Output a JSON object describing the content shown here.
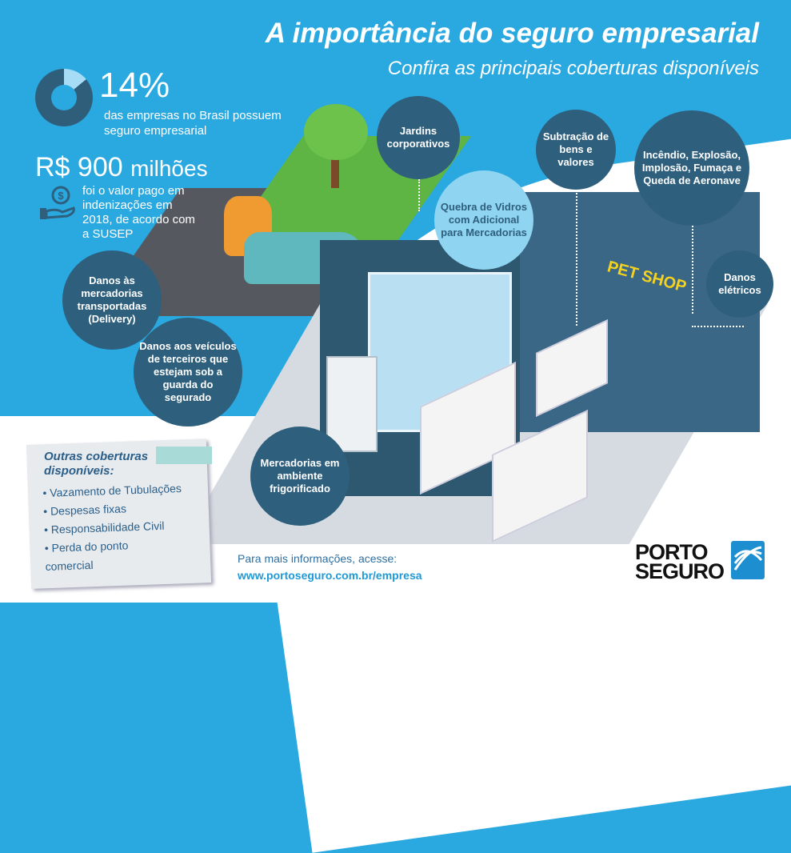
{
  "header": {
    "title": "A importância do seguro empresarial",
    "subtitle": "Confira as principais coberturas disponíveis"
  },
  "stats": {
    "percent": "14%",
    "percent_value": 14,
    "percent_desc": "das empresas no Brasil possuem seguro empresarial",
    "money_value": "R$ 900",
    "money_unit": "milhões",
    "money_desc": "foi o valor pago em indenizações em 2018, de acordo com a SUSEP"
  },
  "coverages": [
    "Jardins corporativos",
    "Subtração de bens e valores",
    "Incêndio, Explosão, Implosão, Fumaça e Queda de Aeronave",
    "Quebra de Vidros com Adicional para Mercadorias",
    "Danos elétricos",
    "Danos às mercadorias transportadas (Delivery)",
    "Danos aos veículos de terceiros que estejam sob a guarda do segurado",
    "Mercadorias em ambiente frigorificado"
  ],
  "scene": {
    "store_sign": "PET SHOP"
  },
  "other": {
    "title": "Outras coberturas disponíveis:",
    "items": [
      "Vazamento de Tubulações",
      "Despesas fixas",
      "Responsabilidade Civil",
      "Perda do ponto comercial"
    ]
  },
  "footer": {
    "info": "Para mais informações, acesse:",
    "url": "www.portoseguro.com.br/empresa",
    "logo": "PORTO SEGURO"
  },
  "colors": {
    "background": "#2aa8e0",
    "circle_dark": "#2e5f7d",
    "circle_light": "#8fd4f1"
  }
}
